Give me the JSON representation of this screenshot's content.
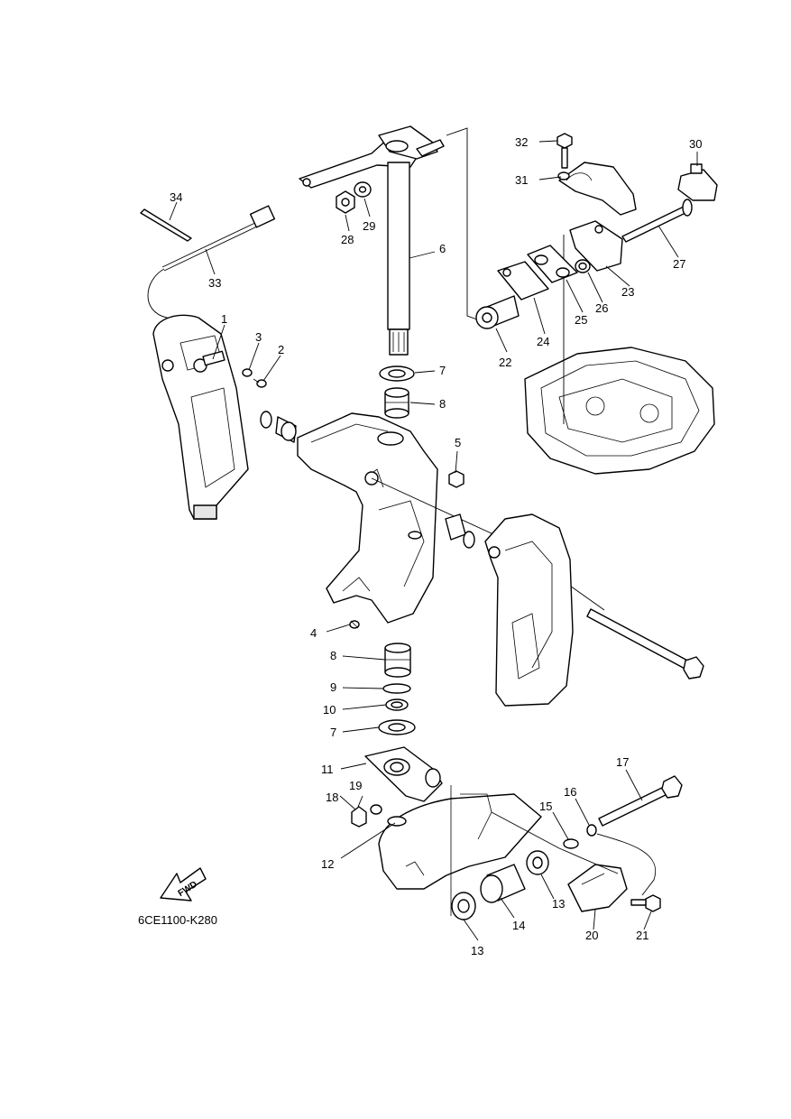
{
  "diagram_code": "6CE1100-K280",
  "fwd_label": "FWD",
  "callouts": [
    "1",
    "2",
    "3",
    "4",
    "5",
    "6",
    "7",
    "8",
    "9",
    "10",
    "11",
    "12",
    "13",
    "14",
    "15",
    "16",
    "17",
    "18",
    "19",
    "20",
    "21",
    "22",
    "23",
    "24",
    "25",
    "26",
    "27",
    "28",
    "29",
    "30",
    "31",
    "32",
    "33",
    "34"
  ],
  "callout_repeats": [
    "7",
    "8",
    "13"
  ]
}
